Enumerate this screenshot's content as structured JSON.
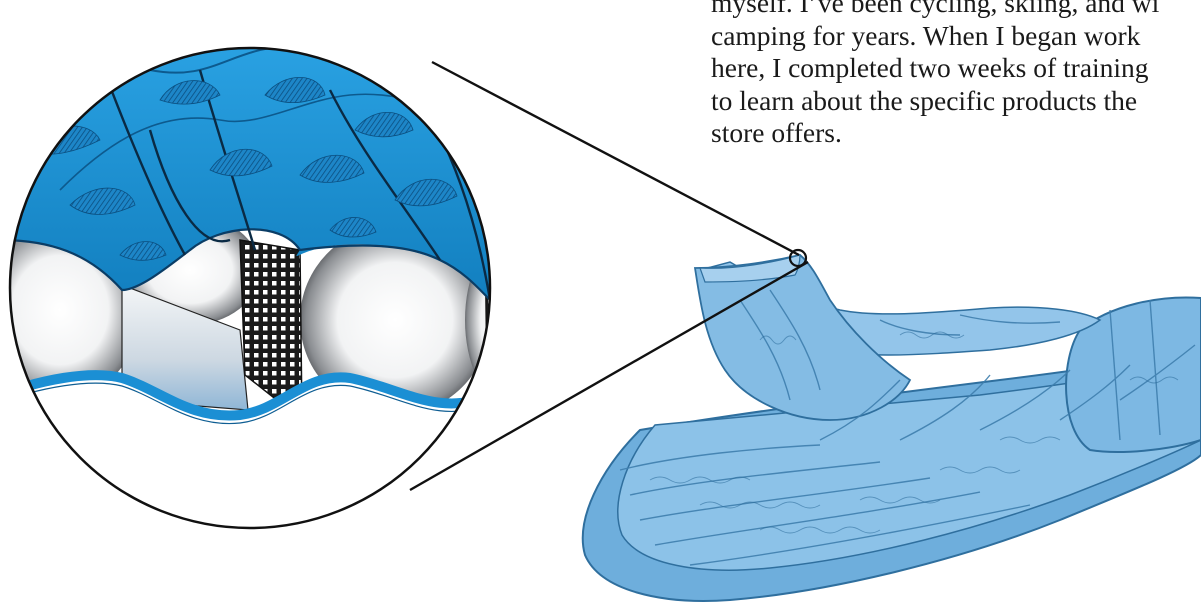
{
  "story": {
    "lines": [
      "myself. I’ve been cycling, skiing, and wi",
      "camping for years. When I began work",
      "here, I completed two weeks of training",
      "to learn about the specific products the",
      "store offers."
    ]
  },
  "colors": {
    "shell_blue": "#1b8fd4",
    "shell_dark": "#0f5e93",
    "bag_fill": "#7fb7e0",
    "bag_stroke": "#2f6f9e",
    "fill_gray": "#cfd4d8",
    "outline": "#111111"
  },
  "icons": [
    "magnifier-circle",
    "baffle-mesh",
    "sleeping-bag"
  ]
}
